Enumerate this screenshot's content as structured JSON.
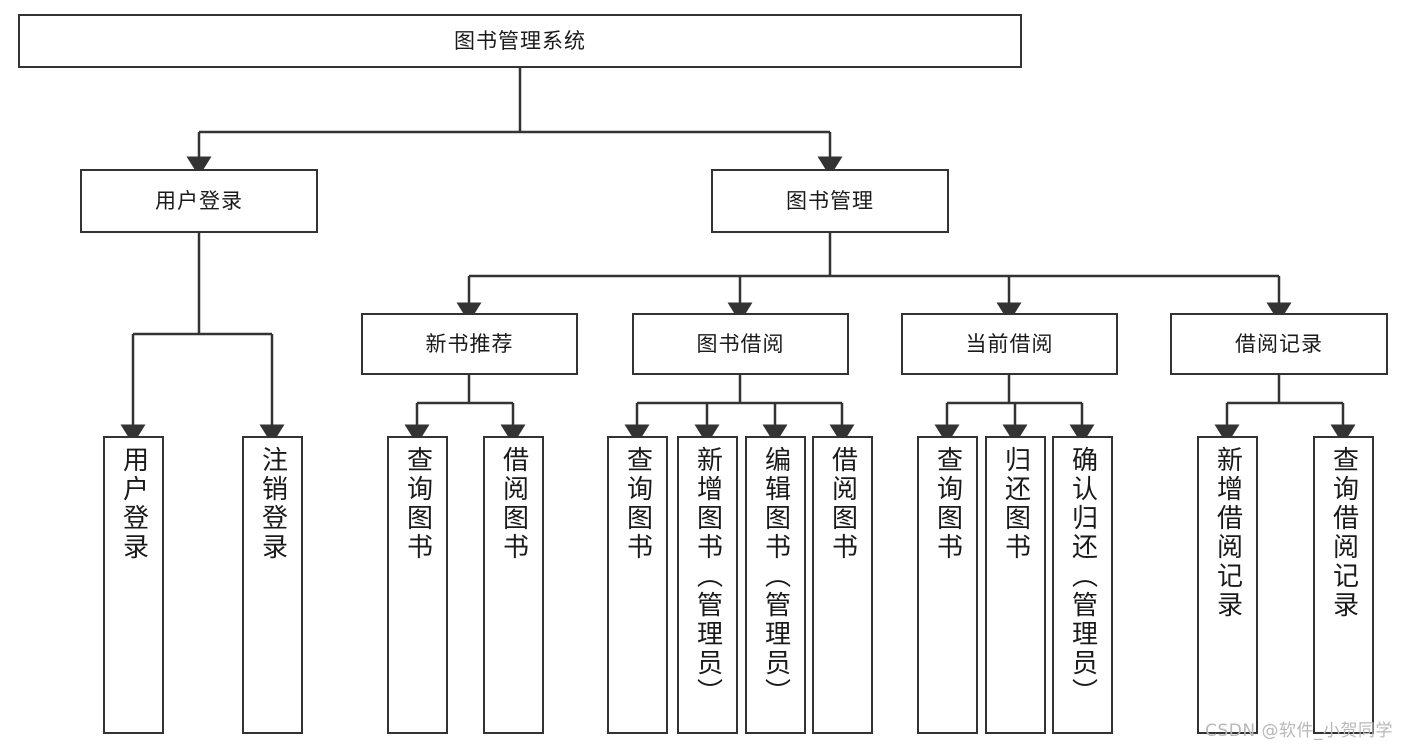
{
  "diagram": {
    "type": "tree",
    "title": "图书管理系统",
    "root": {
      "label": "图书管理系统"
    },
    "level2": [
      {
        "label": "用户登录"
      },
      {
        "label": "图书管理"
      }
    ],
    "level3": [
      {
        "label": "新书推荐"
      },
      {
        "label": "图书借阅"
      },
      {
        "label": "当前借阅"
      },
      {
        "label": "借阅记录"
      }
    ],
    "leaves": {
      "user_login": [
        {
          "label": "用户登录"
        },
        {
          "label": "注销登录"
        }
      ],
      "new_book_recommend": [
        {
          "label": "查询图书"
        },
        {
          "label": "借阅图书"
        }
      ],
      "book_borrow": [
        {
          "label": "查询图书"
        },
        {
          "label": "新增图书（管理员）"
        },
        {
          "label": "编辑图书（管理员）"
        },
        {
          "label": "借阅图书"
        }
      ],
      "current_borrow": [
        {
          "label": "查询图书"
        },
        {
          "label": "归还图书"
        },
        {
          "label": "确认归还（管理员）"
        }
      ],
      "borrow_records": [
        {
          "label": "新增借阅记录"
        },
        {
          "label": "查询借阅记录"
        }
      ]
    }
  },
  "watermark": {
    "text": "CSDN @软件_小贺同学"
  },
  "colors": {
    "border": "#333333",
    "background": "#ffffff",
    "text": "#1a1a1a",
    "watermark": "#b8b8b8"
  }
}
